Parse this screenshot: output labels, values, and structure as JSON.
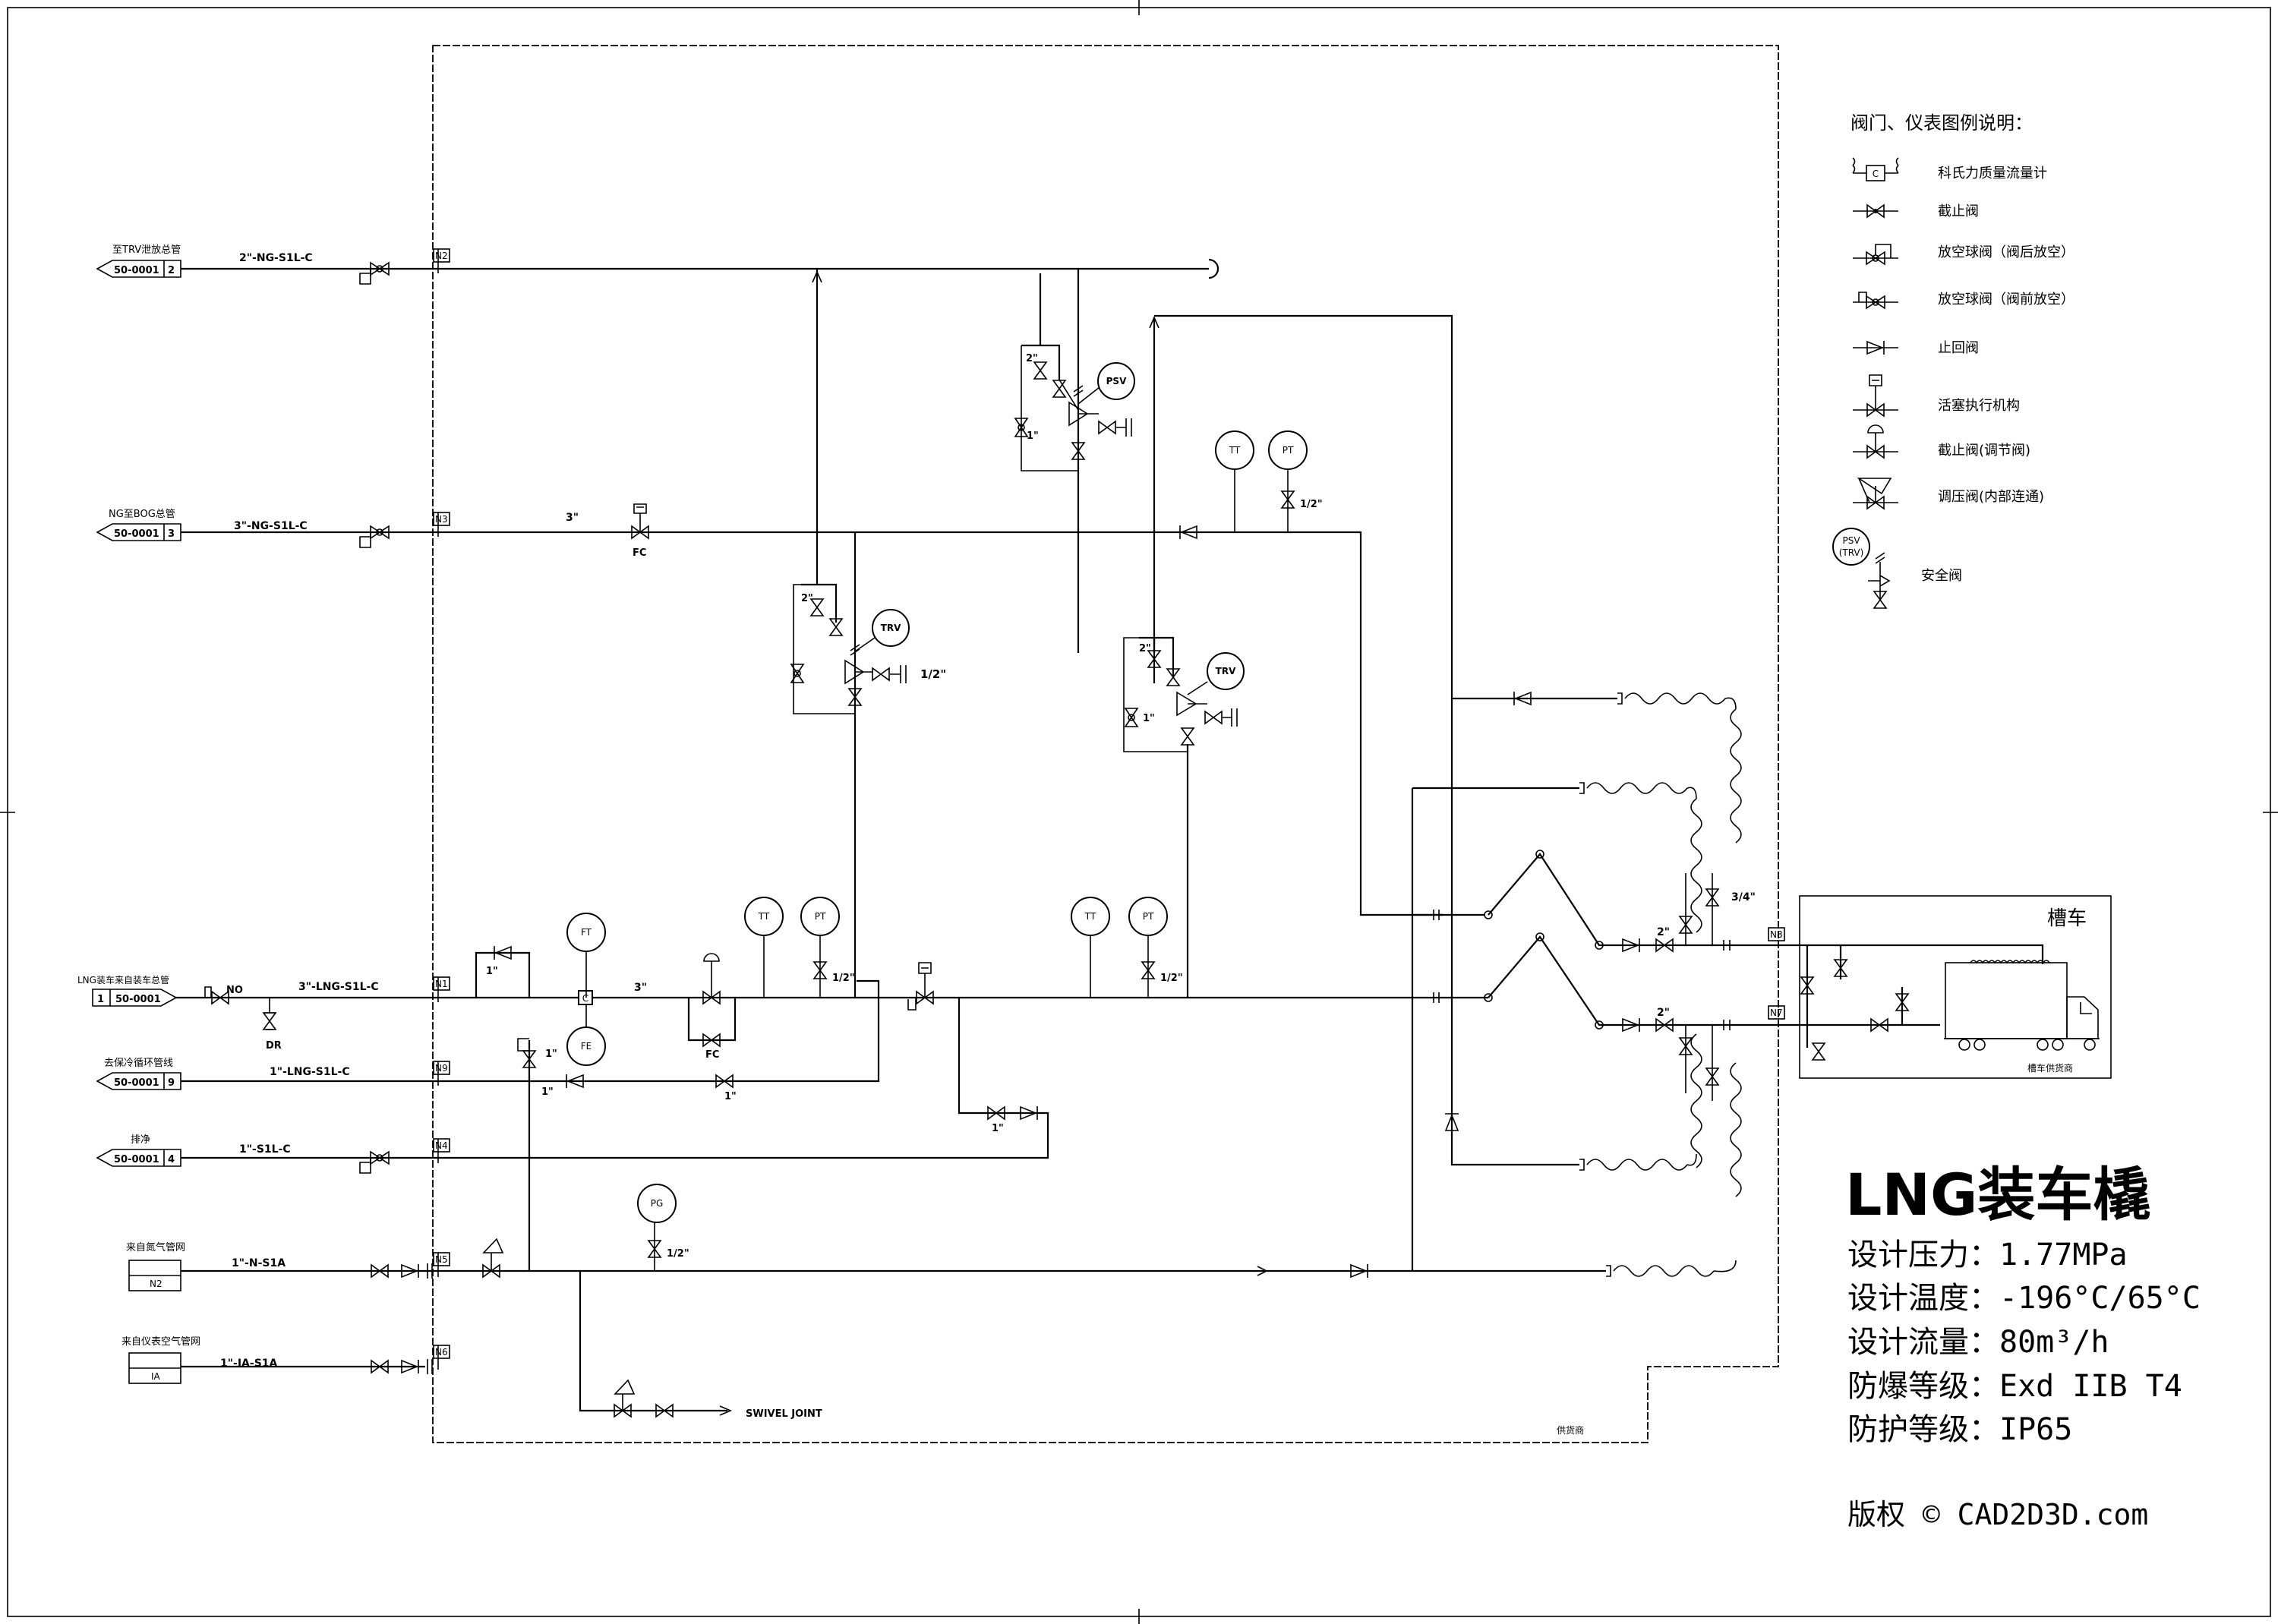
{
  "title": {
    "main": "LNG装车橇",
    "specs": [
      "设计压力：1.77MPa",
      "设计温度：-196°C/65°C",
      "设计流量：80m³/h",
      "防爆等级：Exd IIB T4",
      "防护等级：IP65"
    ],
    "copyright": "版权 © CAD2D3D.com"
  },
  "legend": {
    "title": "阀门、仪表图例说明：",
    "coriolis_symbol": "C",
    "psv_symbol": "PSV",
    "psv_sub": "(TRV)",
    "items": [
      "科氏力质量流量计",
      "截止阀",
      "放空球阀（阀后放空）",
      "放空球阀（阀前放空）",
      "止回阀",
      "活塞执行机构",
      "截止阀(调节阀)",
      "调压阀(内部连通)",
      "安全阀"
    ]
  },
  "lines": [
    {
      "dest": "至TRV泄放总管",
      "code": "50-0001",
      "num": "2",
      "spec": "2\"-NG-S1L-C",
      "nozzle": "N2"
    },
    {
      "dest": "NG至BOG总管",
      "code": "50-0001",
      "num": "3",
      "spec": "3\"-NG-S1L-C",
      "nozzle": "N3"
    },
    {
      "dest": "LNG装车来自装车总管",
      "code": "50-0001",
      "num": "1",
      "spec": "3\"-LNG-S1L-C",
      "nozzle": "N1"
    },
    {
      "dest": "去保冷循环管线",
      "code": "50-0001",
      "num": "9",
      "spec": "1\"-LNG-S1L-C",
      "nozzle": "N9"
    },
    {
      "dest": "排净",
      "code": "50-0001",
      "num": "4",
      "spec": "1\"-S1L-C",
      "nozzle": "N4"
    },
    {
      "dest": "来自氮气管网",
      "code": "N2",
      "spec": "1\"-N-S1A",
      "nozzle": "N5"
    },
    {
      "dest": "来自仪表空气管网",
      "code": "IA",
      "spec": "1\"-IA-S1A",
      "nozzle": "N6"
    }
  ],
  "right_nozzles": [
    "N8",
    "N7"
  ],
  "instruments": {
    "ft": "FT",
    "fe": "FE",
    "tt": "TT",
    "pt": "PT",
    "pg": "PG",
    "psv": "PSV",
    "trv": "TRV",
    "c": "C"
  },
  "labels": {
    "size_3": "3\"",
    "size_2": "2\"",
    "size_1": "1\"",
    "size_half": "1/2\"",
    "size_34": "3/4\"",
    "fc": "FC",
    "no": "NO",
    "dr": "DR",
    "swivel": "SWIVEL JOINT",
    "supplier": "供货商",
    "tanker": "槽车",
    "tanker_supplier": "槽车供货商"
  }
}
